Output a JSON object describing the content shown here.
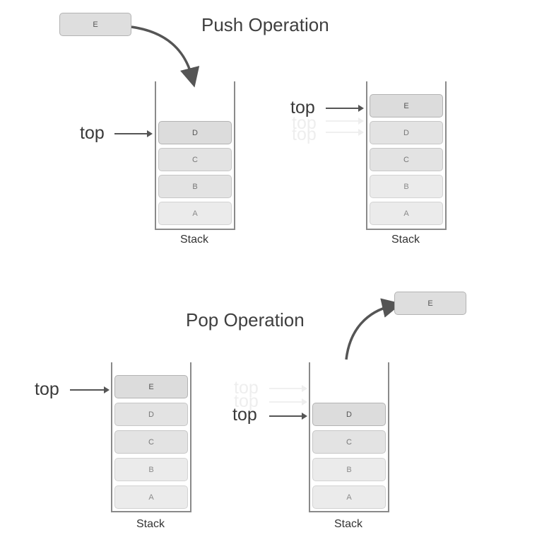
{
  "push": {
    "title": "Push Operation",
    "incoming": "E",
    "before": {
      "top_label": "top",
      "blocks": [
        "D",
        "C",
        "B",
        "A"
      ],
      "label": "Stack"
    },
    "after": {
      "top_label": "top",
      "ghost_labels": [
        "top",
        "top"
      ],
      "blocks": [
        "E",
        "D",
        "C",
        "B",
        "A"
      ],
      "label": "Stack"
    }
  },
  "pop": {
    "title": "Pop Operation",
    "outgoing": "E",
    "before": {
      "top_label": "top",
      "blocks": [
        "E",
        "D",
        "C",
        "B",
        "A"
      ],
      "label": "Stack"
    },
    "after": {
      "top_label": "top",
      "ghost_labels": [
        "top",
        "top"
      ],
      "blocks": [
        "D",
        "C",
        "B",
        "A"
      ],
      "label": "Stack"
    }
  }
}
